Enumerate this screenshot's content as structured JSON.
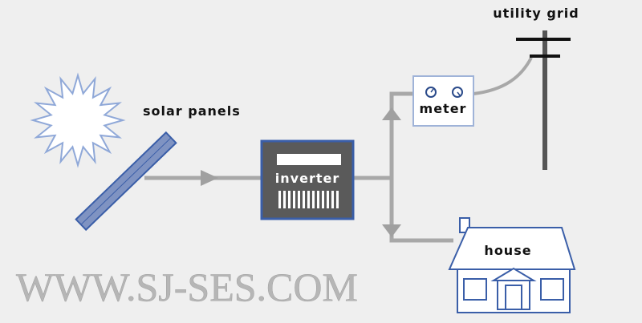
{
  "labels": {
    "solar_panels": "solar panels",
    "inverter": "inverter",
    "meter": "meter",
    "utility_grid": "utility grid",
    "house": "house"
  },
  "watermark": "WWW.SJ-SES.COM",
  "colors": {
    "background": "#efefef",
    "outline_blue": "#3a5ea8",
    "line_gray": "#a8a8a8",
    "inverter_fill": "#5a5a5a"
  }
}
